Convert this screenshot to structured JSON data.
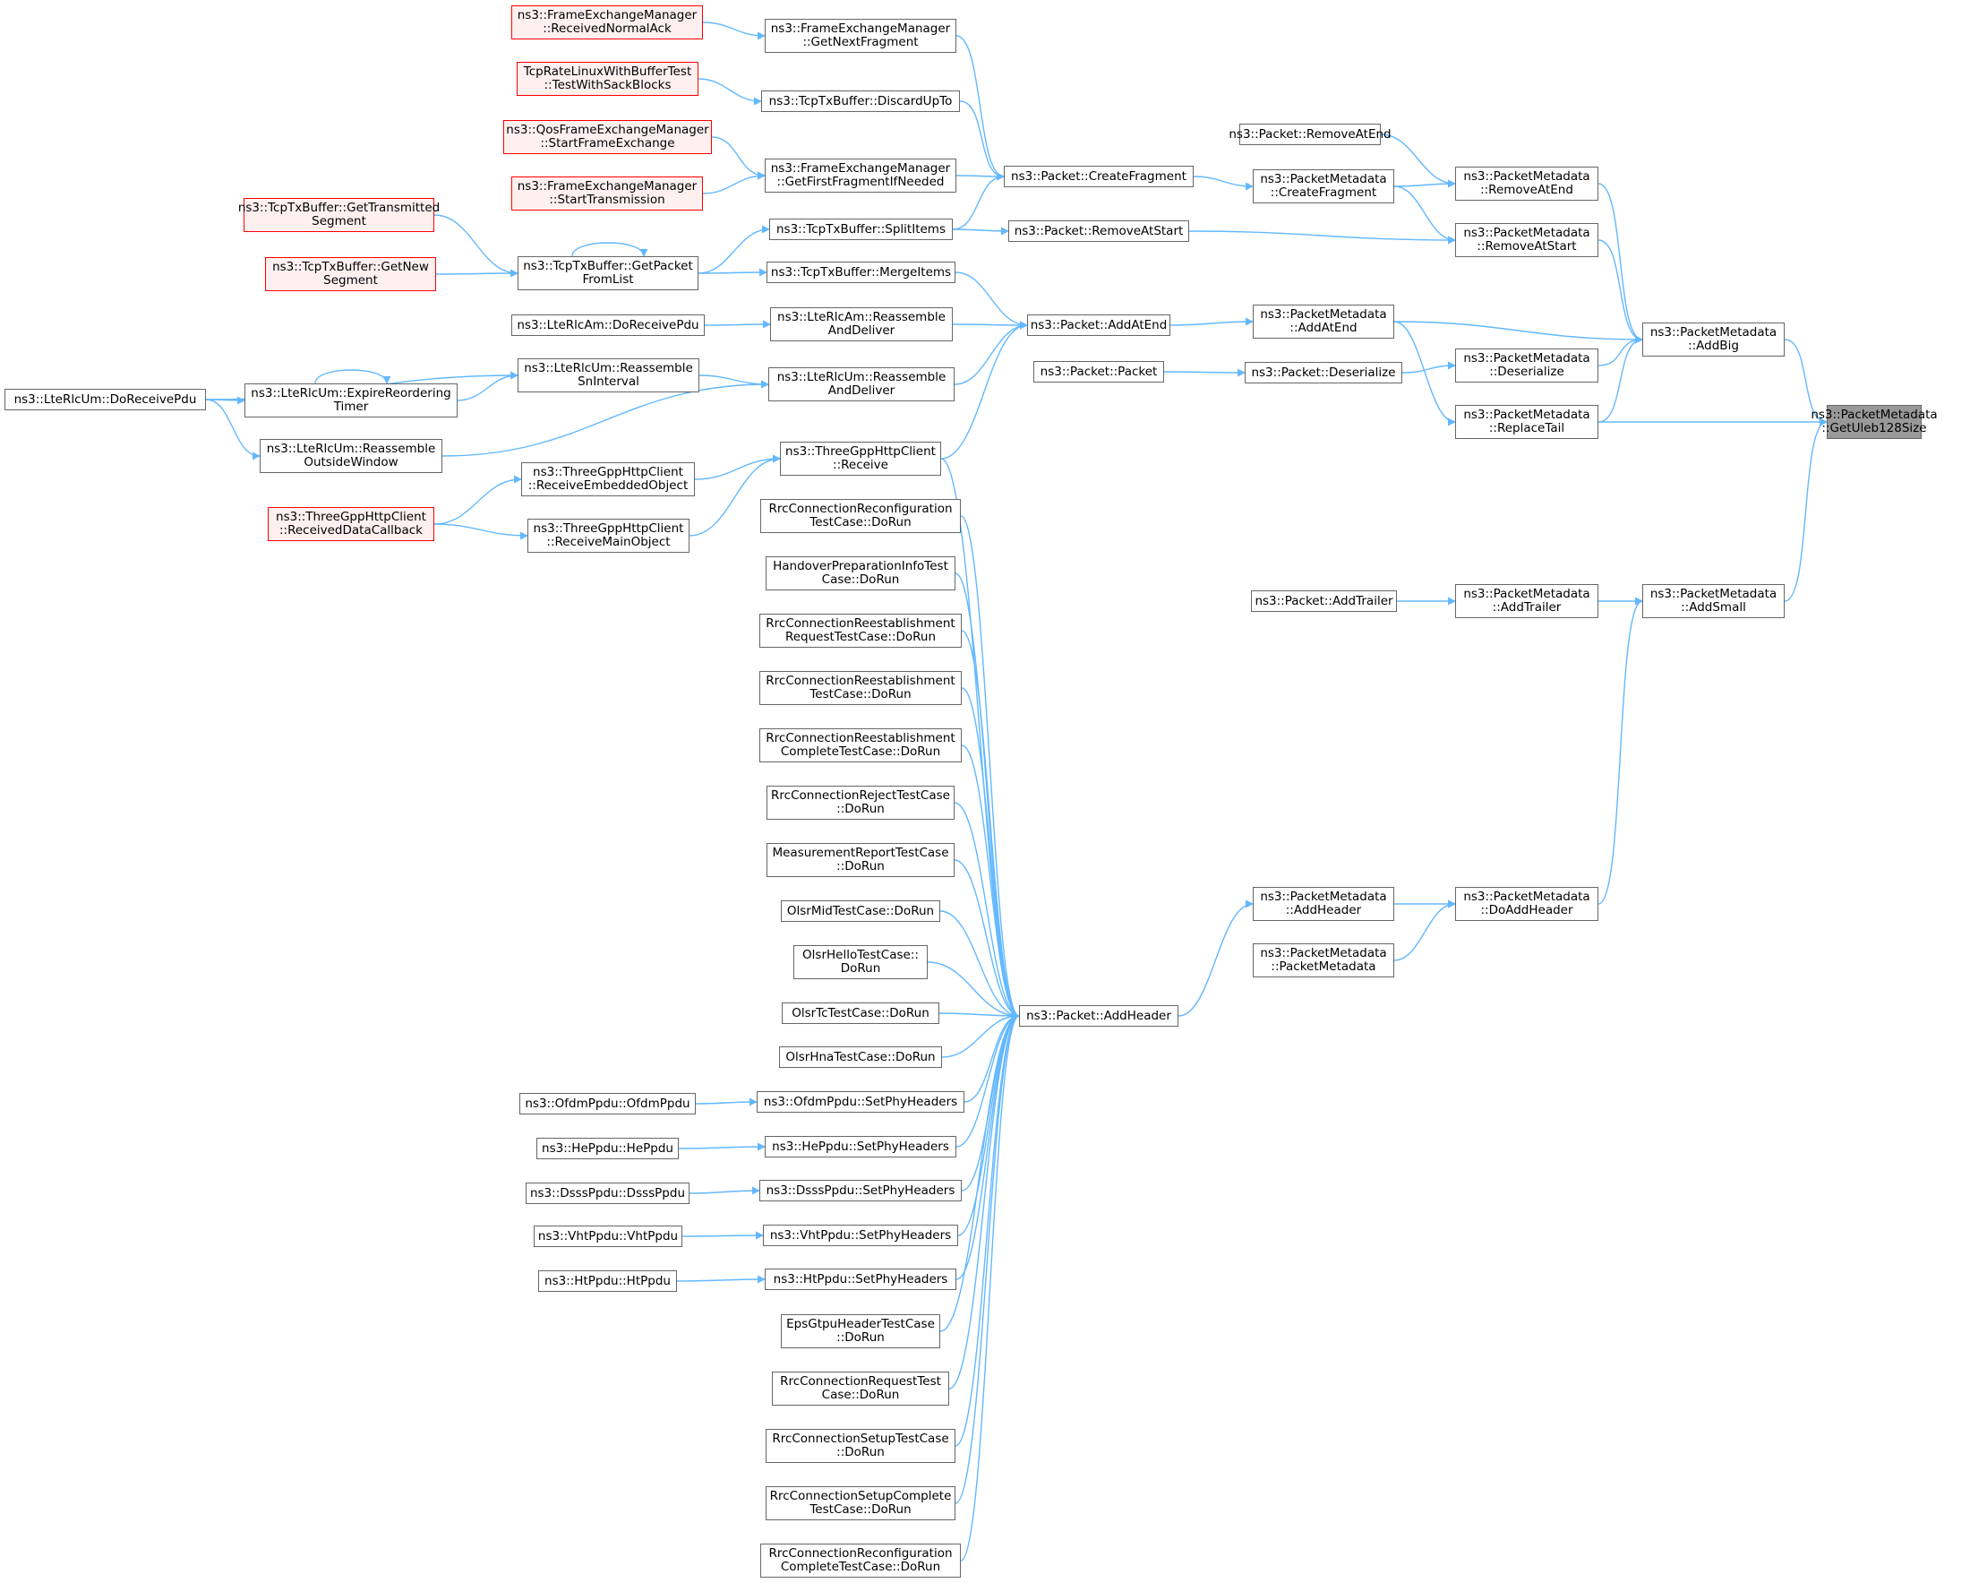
{
  "graph": {
    "edge_color": "#63b8ff",
    "node_border_color": "#666666",
    "truncated_node_border_color": "#ff0000",
    "truncated_node_fill_color": "#fff0f0",
    "focus_node_fill_color": "#999999",
    "nodes": [
      {
        "id": "getuleb",
        "lines": [
          "ns3::PacketMetadata",
          "::GetUleb128Size"
        ],
        "style": "focus"
      },
      {
        "id": "addbig",
        "lines": [
          "ns3::PacketMetadata",
          "::AddBig"
        ],
        "style": "normal"
      },
      {
        "id": "addsmall",
        "lines": [
          "ns3::PacketMetadata",
          "::AddSmall"
        ],
        "style": "normal"
      },
      {
        "id": "pm_removeatend",
        "lines": [
          "ns3::PacketMetadata",
          "::RemoveAtEnd"
        ],
        "style": "normal"
      },
      {
        "id": "pm_removeatstart",
        "lines": [
          "ns3::PacketMetadata",
          "::RemoveAtStart"
        ],
        "style": "normal"
      },
      {
        "id": "pm_deserialize",
        "lines": [
          "ns3::PacketMetadata",
          "::Deserialize"
        ],
        "style": "normal"
      },
      {
        "id": "pm_replacetail",
        "lines": [
          "ns3::PacketMetadata",
          "::ReplaceTail"
        ],
        "style": "normal"
      },
      {
        "id": "pm_addtrailer",
        "lines": [
          "ns3::PacketMetadata",
          "::AddTrailer"
        ],
        "style": "normal"
      },
      {
        "id": "pm_doaddheader",
        "lines": [
          "ns3::PacketMetadata",
          "::DoAddHeader"
        ],
        "style": "normal"
      },
      {
        "id": "p_removeatend",
        "lines": [
          "ns3::Packet::RemoveAtEnd"
        ],
        "style": "normal"
      },
      {
        "id": "pm_createfragment",
        "lines": [
          "ns3::PacketMetadata",
          "::CreateFragment"
        ],
        "style": "normal"
      },
      {
        "id": "pm_addatend",
        "lines": [
          "ns3::PacketMetadata",
          "::AddAtEnd"
        ],
        "style": "normal"
      },
      {
        "id": "p_deserialize",
        "lines": [
          "ns3::Packet::Deserialize"
        ],
        "style": "normal"
      },
      {
        "id": "p_addtrailer",
        "lines": [
          "ns3::Packet::AddTrailer"
        ],
        "style": "normal"
      },
      {
        "id": "pm_addheader",
        "lines": [
          "ns3::PacketMetadata",
          "::AddHeader"
        ],
        "style": "normal"
      },
      {
        "id": "pm_ctor",
        "lines": [
          "ns3::PacketMetadata",
          "::PacketMetadata"
        ],
        "style": "normal"
      },
      {
        "id": "p_createfragment",
        "lines": [
          "ns3::Packet::CreateFragment"
        ],
        "style": "normal"
      },
      {
        "id": "p_removeatstart",
        "lines": [
          "ns3::Packet::RemoveAtStart"
        ],
        "style": "normal"
      },
      {
        "id": "p_addatend",
        "lines": [
          "ns3::Packet::AddAtEnd"
        ],
        "style": "normal"
      },
      {
        "id": "p_packet",
        "lines": [
          "ns3::Packet::Packet"
        ],
        "style": "normal"
      },
      {
        "id": "p_addheader",
        "lines": [
          "ns3::Packet::AddHeader"
        ],
        "style": "normal"
      },
      {
        "id": "fem_getnextfragment",
        "lines": [
          "ns3::FrameExchangeManager",
          "::GetNextFragment"
        ],
        "style": "normal"
      },
      {
        "id": "tcp_discardupto",
        "lines": [
          "ns3::TcpTxBuffer::DiscardUpTo"
        ],
        "style": "normal"
      },
      {
        "id": "fem_getfirstfragment",
        "lines": [
          "ns3::FrameExchangeManager",
          "::GetFirstFragmentIfNeeded"
        ],
        "style": "normal"
      },
      {
        "id": "tcp_splititems",
        "lines": [
          "ns3::TcpTxBuffer::SplitItems"
        ],
        "style": "normal"
      },
      {
        "id": "tcp_mergeitems",
        "lines": [
          "ns3::TcpTxBuffer::MergeItems"
        ],
        "style": "normal"
      },
      {
        "id": "rlcam_reassemble",
        "lines": [
          "ns3::LteRlcAm::Reassemble",
          "AndDeliver"
        ],
        "style": "normal"
      },
      {
        "id": "rlcum_reassemble",
        "lines": [
          "ns3::LteRlcUm::Reassemble",
          "AndDeliver"
        ],
        "style": "normal"
      },
      {
        "id": "http_receive",
        "lines": [
          "ns3::ThreeGppHttpClient",
          "::Receive"
        ],
        "style": "normal"
      },
      {
        "id": "t_rrc_reconf",
        "lines": [
          "RrcConnectionReconfiguration",
          "TestCase::DoRun"
        ],
        "style": "normal"
      },
      {
        "id": "t_handover",
        "lines": [
          "HandoverPreparationInfoTest",
          "Case::DoRun"
        ],
        "style": "normal"
      },
      {
        "id": "t_rrc_reest_req",
        "lines": [
          "RrcConnectionReestablishment",
          "RequestTestCase::DoRun"
        ],
        "style": "normal"
      },
      {
        "id": "t_rrc_reest",
        "lines": [
          "RrcConnectionReestablishment",
          "TestCase::DoRun"
        ],
        "style": "normal"
      },
      {
        "id": "t_rrc_reest_compl",
        "lines": [
          "RrcConnectionReestablishment",
          "CompleteTestCase::DoRun"
        ],
        "style": "normal"
      },
      {
        "id": "t_rrc_reject",
        "lines": [
          "RrcConnectionRejectTestCase",
          "::DoRun"
        ],
        "style": "normal"
      },
      {
        "id": "t_measreport",
        "lines": [
          "MeasurementReportTestCase",
          "::DoRun"
        ],
        "style": "normal"
      },
      {
        "id": "t_olsr_mid",
        "lines": [
          "OlsrMidTestCase::DoRun"
        ],
        "style": "normal"
      },
      {
        "id": "t_olsr_hello",
        "lines": [
          "OlsrHelloTestCase::",
          "DoRun"
        ],
        "style": "normal"
      },
      {
        "id": "t_olsr_tc",
        "lines": [
          "OlsrTcTestCase::DoRun"
        ],
        "style": "normal"
      },
      {
        "id": "t_olsr_hna",
        "lines": [
          "OlsrHnaTestCase::DoRun"
        ],
        "style": "normal"
      },
      {
        "id": "ofdm_setphy",
        "lines": [
          "ns3::OfdmPpdu::SetPhyHeaders"
        ],
        "style": "normal"
      },
      {
        "id": "he_setphy",
        "lines": [
          "ns3::HePpdu::SetPhyHeaders"
        ],
        "style": "normal"
      },
      {
        "id": "dsss_setphy",
        "lines": [
          "ns3::DsssPpdu::SetPhyHeaders"
        ],
        "style": "normal"
      },
      {
        "id": "vht_setphy",
        "lines": [
          "ns3::VhtPpdu::SetPhyHeaders"
        ],
        "style": "normal"
      },
      {
        "id": "ht_setphy",
        "lines": [
          "ns3::HtPpdu::SetPhyHeaders"
        ],
        "style": "normal"
      },
      {
        "id": "t_epsgtpu",
        "lines": [
          "EpsGtpuHeaderTestCase",
          "::DoRun"
        ],
        "style": "normal"
      },
      {
        "id": "t_rrc_request",
        "lines": [
          "RrcConnectionRequestTest",
          "Case::DoRun"
        ],
        "style": "normal"
      },
      {
        "id": "t_rrc_setup",
        "lines": [
          "RrcConnectionSetupTestCase",
          "::DoRun"
        ],
        "style": "normal"
      },
      {
        "id": "t_rrc_setup_compl",
        "lines": [
          "RrcConnectionSetupComplete",
          "TestCase::DoRun"
        ],
        "style": "normal"
      },
      {
        "id": "t_rrc_reconf_compl",
        "lines": [
          "RrcConnectionReconfiguration",
          "CompleteTestCase::DoRun"
        ],
        "style": "normal"
      },
      {
        "id": "fem_receivednormalack",
        "lines": [
          "ns3::FrameExchangeManager",
          "::ReceivedNormalAck"
        ],
        "style": "truncated"
      },
      {
        "id": "tcprate_test",
        "lines": [
          "TcpRateLinuxWithBufferTest",
          "::TestWithSackBlocks"
        ],
        "style": "truncated"
      },
      {
        "id": "qosfem_start",
        "lines": [
          "ns3::QosFrameExchangeManager",
          "::StartFrameExchange"
        ],
        "style": "truncated"
      },
      {
        "id": "fem_starttx",
        "lines": [
          "ns3::FrameExchangeManager",
          "::StartTransmission"
        ],
        "style": "truncated"
      },
      {
        "id": "tcp_getpacket",
        "lines": [
          "ns3::TcpTxBuffer::GetPacket",
          "FromList"
        ],
        "style": "normal"
      },
      {
        "id": "rlcam_doreceive",
        "lines": [
          "ns3::LteRlcAm::DoReceivePdu"
        ],
        "style": "normal"
      },
      {
        "id": "rlcum_reassemble_sn",
        "lines": [
          "ns3::LteRlcUm::Reassemble",
          "SnInterval"
        ],
        "style": "normal"
      },
      {
        "id": "http_embedded",
        "lines": [
          "ns3::ThreeGppHttpClient",
          "::ReceiveEmbeddedObject"
        ],
        "style": "normal"
      },
      {
        "id": "http_mainobject",
        "lines": [
          "ns3::ThreeGppHttpClient",
          "::ReceiveMainObject"
        ],
        "style": "normal"
      },
      {
        "id": "ofdm_ctor",
        "lines": [
          "ns3::OfdmPpdu::OfdmPpdu"
        ],
        "style": "normal"
      },
      {
        "id": "he_ctor",
        "lines": [
          "ns3::HePpdu::HePpdu"
        ],
        "style": "normal"
      },
      {
        "id": "dsss_ctor",
        "lines": [
          "ns3::DsssPpdu::DsssPpdu"
        ],
        "style": "normal"
      },
      {
        "id": "vht_ctor",
        "lines": [
          "ns3::VhtPpdu::VhtPpdu"
        ],
        "style": "normal"
      },
      {
        "id": "ht_ctor",
        "lines": [
          "ns3::HtPpdu::HtPpdu"
        ],
        "style": "normal"
      },
      {
        "id": "tcp_gettransmitted",
        "lines": [
          "ns3::TcpTxBuffer::GetTransmitted",
          "Segment"
        ],
        "style": "truncated"
      },
      {
        "id": "tcp_getnew",
        "lines": [
          "ns3::TcpTxBuffer::GetNew",
          "Segment"
        ],
        "style": "truncated"
      },
      {
        "id": "rlcum_expire",
        "lines": [
          "ns3::LteRlcUm::ExpireReordering",
          "Timer"
        ],
        "style": "normal"
      },
      {
        "id": "rlcum_outside",
        "lines": [
          "ns3::LteRlcUm::Reassemble",
          "OutsideWindow"
        ],
        "style": "normal"
      },
      {
        "id": "http_receiveddata",
        "lines": [
          "ns3::ThreeGppHttpClient",
          "::ReceivedDataCallback"
        ],
        "style": "truncated"
      },
      {
        "id": "rlcum_doreceive",
        "lines": [
          "ns3::LteRlcUm::DoReceivePdu"
        ],
        "style": "normal"
      }
    ],
    "edges": [
      [
        "addbig",
        "getuleb"
      ],
      [
        "addsmall",
        "getuleb"
      ],
      [
        "pm_replacetail",
        "getuleb"
      ],
      [
        "pm_removeatend",
        "addbig"
      ],
      [
        "pm_removeatstart",
        "addbig"
      ],
      [
        "pm_addatend",
        "addbig"
      ],
      [
        "pm_deserialize",
        "addbig"
      ],
      [
        "pm_replacetail",
        "addbig"
      ],
      [
        "pm_addtrailer",
        "addsmall"
      ],
      [
        "pm_doaddheader",
        "addsmall"
      ],
      [
        "p_removeatend",
        "pm_removeatend"
      ],
      [
        "pm_createfragment",
        "pm_removeatend"
      ],
      [
        "pm_createfragment",
        "pm_removeatstart"
      ],
      [
        "p_removeatstart",
        "pm_removeatstart"
      ],
      [
        "p_deserialize",
        "pm_deserialize"
      ],
      [
        "pm_addatend",
        "pm_replacetail"
      ],
      [
        "p_addtrailer",
        "pm_addtrailer"
      ],
      [
        "pm_addheader",
        "pm_doaddheader"
      ],
      [
        "pm_ctor",
        "pm_doaddheader"
      ],
      [
        "p_createfragment",
        "pm_createfragment"
      ],
      [
        "p_addatend",
        "pm_addatend"
      ],
      [
        "p_packet",
        "p_deserialize"
      ],
      [
        "p_addheader",
        "pm_addheader"
      ],
      [
        "tcp_splititems",
        "p_removeatstart"
      ],
      [
        "fem_getnextfragment",
        "p_createfragment"
      ],
      [
        "tcp_discardupto",
        "p_createfragment"
      ],
      [
        "fem_getfirstfragment",
        "p_createfragment"
      ],
      [
        "tcp_splititems",
        "p_createfragment"
      ],
      [
        "tcp_mergeitems",
        "p_addatend"
      ],
      [
        "rlcam_reassemble",
        "p_addatend"
      ],
      [
        "rlcum_reassemble",
        "p_addatend"
      ],
      [
        "http_receive",
        "p_addatend"
      ],
      [
        "http_receive",
        "p_addheader"
      ],
      [
        "t_rrc_reconf",
        "p_addheader"
      ],
      [
        "t_handover",
        "p_addheader"
      ],
      [
        "t_rrc_reest_req",
        "p_addheader"
      ],
      [
        "t_rrc_reest",
        "p_addheader"
      ],
      [
        "t_rrc_reest_compl",
        "p_addheader"
      ],
      [
        "t_rrc_reject",
        "p_addheader"
      ],
      [
        "t_measreport",
        "p_addheader"
      ],
      [
        "t_olsr_mid",
        "p_addheader"
      ],
      [
        "t_olsr_hello",
        "p_addheader"
      ],
      [
        "t_olsr_tc",
        "p_addheader"
      ],
      [
        "t_olsr_hna",
        "p_addheader"
      ],
      [
        "ofdm_setphy",
        "p_addheader"
      ],
      [
        "he_setphy",
        "p_addheader"
      ],
      [
        "dsss_setphy",
        "p_addheader"
      ],
      [
        "vht_setphy",
        "p_addheader"
      ],
      [
        "ht_setphy",
        "p_addheader"
      ],
      [
        "t_epsgtpu",
        "p_addheader"
      ],
      [
        "t_rrc_request",
        "p_addheader"
      ],
      [
        "t_rrc_setup",
        "p_addheader"
      ],
      [
        "t_rrc_setup_compl",
        "p_addheader"
      ],
      [
        "t_rrc_reconf_compl",
        "p_addheader"
      ],
      [
        "fem_receivednormalack",
        "fem_getnextfragment"
      ],
      [
        "tcprate_test",
        "tcp_discardupto"
      ],
      [
        "qosfem_start",
        "fem_getfirstfragment"
      ],
      [
        "fem_starttx",
        "fem_getfirstfragment"
      ],
      [
        "tcp_getpacket",
        "tcp_splititems"
      ],
      [
        "tcp_getpacket",
        "tcp_mergeitems"
      ],
      [
        "rlcam_doreceive",
        "rlcam_reassemble"
      ],
      [
        "rlcum_reassemble_sn",
        "rlcum_reassemble"
      ],
      [
        "rlcum_outside",
        "rlcum_reassemble"
      ],
      [
        "http_embedded",
        "http_receive"
      ],
      [
        "http_mainobject",
        "http_receive"
      ],
      [
        "ofdm_ctor",
        "ofdm_setphy"
      ],
      [
        "he_ctor",
        "he_setphy"
      ],
      [
        "dsss_ctor",
        "dsss_setphy"
      ],
      [
        "vht_ctor",
        "vht_setphy"
      ],
      [
        "ht_ctor",
        "ht_setphy"
      ],
      [
        "tcp_gettransmitted",
        "tcp_getpacket"
      ],
      [
        "tcp_getnew",
        "tcp_getpacket"
      ],
      [
        "tcp_getpacket",
        "tcp_getpacket"
      ],
      [
        "rlcum_expire",
        "rlcum_reassemble_sn"
      ],
      [
        "rlcum_doreceive",
        "rlcum_reassemble_sn"
      ],
      [
        "rlcum_expire",
        "rlcum_expire"
      ],
      [
        "http_receiveddata",
        "http_embedded"
      ],
      [
        "http_receiveddata",
        "http_mainobject"
      ],
      [
        "rlcum_doreceive",
        "rlcum_expire"
      ],
      [
        "rlcum_doreceive",
        "rlcum_outside"
      ]
    ]
  }
}
